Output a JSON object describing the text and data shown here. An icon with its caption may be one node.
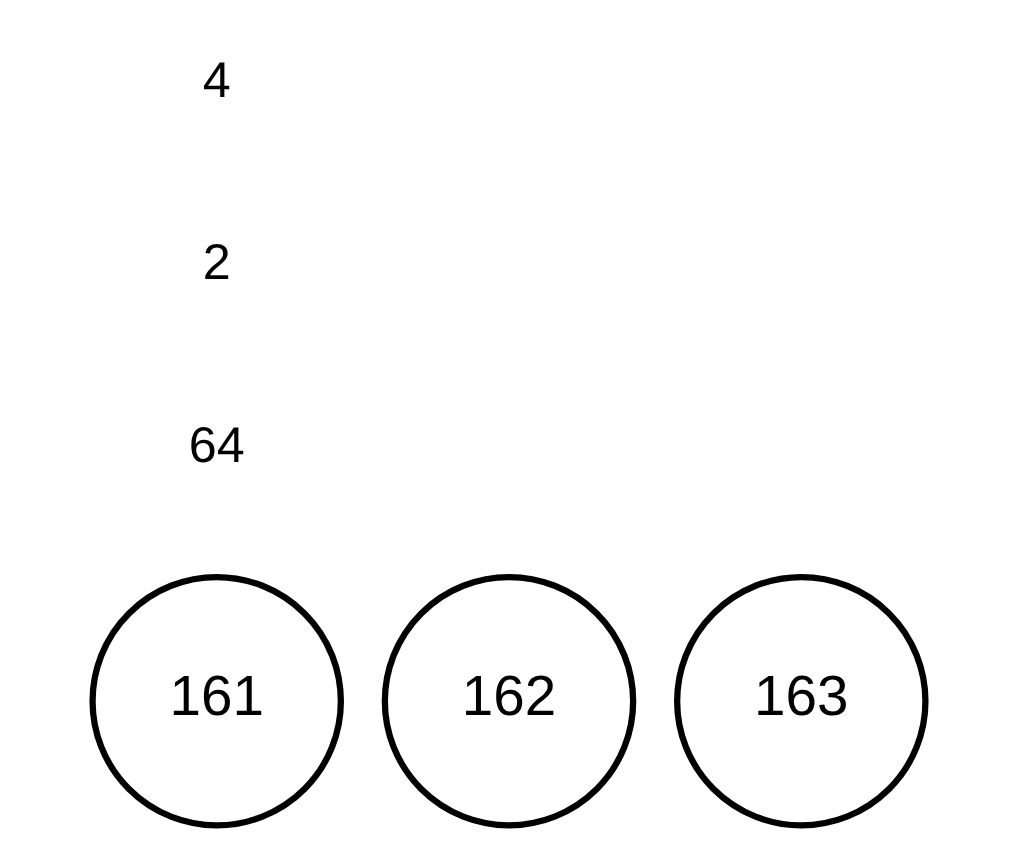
{
  "diagram": {
    "nodes": [
      {
        "text": [
          "161"
        ]
      },
      {
        "text": [
          "162"
        ]
      },
      {
        "text": [
          "163"
        ]
      }
    ],
    "edges": [],
    "labels": [
      "64",
      "2",
      "4"
    ]
  }
}
